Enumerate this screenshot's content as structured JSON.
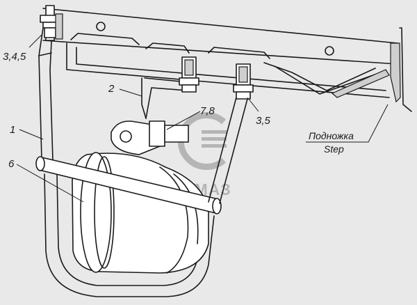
{
  "callouts": {
    "c_345": "3,4,5",
    "c_2": "2",
    "c_78": "7,8",
    "c_1": "1",
    "c_35": "3,5",
    "c_6": "6",
    "step_ru": "Подножка",
    "step_en": "Step"
  },
  "watermark": {
    "brand": "КАМАЗ"
  },
  "colors": {
    "background": "#e9e9e9",
    "line": "#1a1a1a",
    "watermark": "#b5b5b5"
  }
}
